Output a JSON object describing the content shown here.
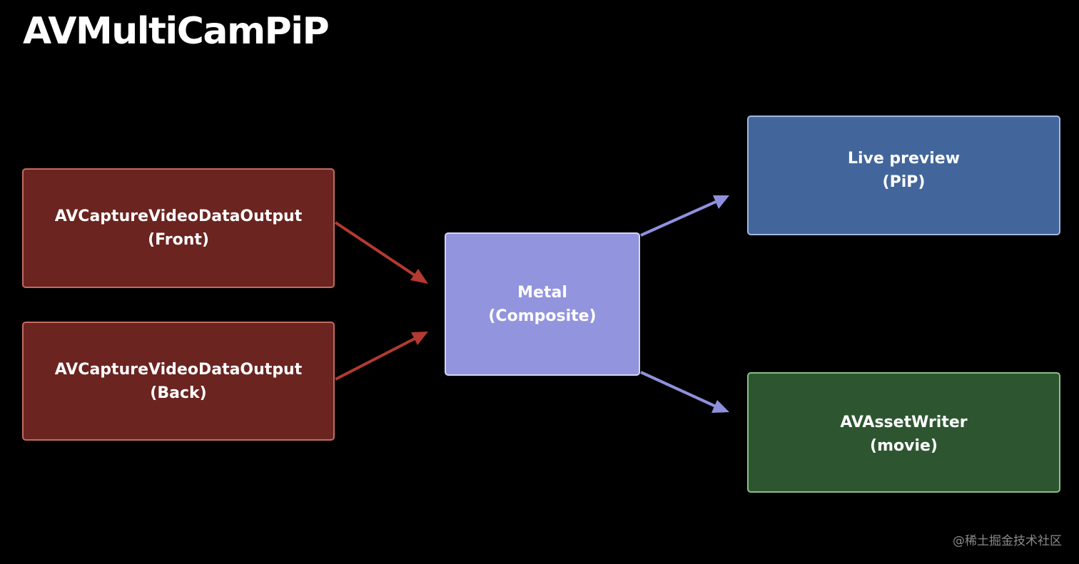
{
  "title": "AVMultiCamPiP",
  "colors": {
    "background": "#000000",
    "capture_fill": "#6b2420",
    "capture_border": "#c46a5e",
    "capture_arrow": "#b23a30",
    "metal_fill": "#9394de",
    "metal_border": "#d4d5f6",
    "output_arrow": "#8f90dd",
    "preview_fill": "#42669b",
    "preview_border": "#9fb9dd",
    "writer_fill": "#2d5630",
    "writer_border": "#87c088"
  },
  "nodes": {
    "front_capture": {
      "line1": "AVCaptureVideoDataOutput",
      "line2": "(Front)"
    },
    "back_capture": {
      "line1": "AVCaptureVideoDataOutput",
      "line2": "(Back)"
    },
    "metal": {
      "line1": "Metal",
      "line2": "(Composite)"
    },
    "live_preview": {
      "line1": "Live preview",
      "line2": "(PiP)"
    },
    "asset_writer": {
      "line1": "AVAssetWriter",
      "line2": "(movie)"
    }
  },
  "edges": [
    {
      "from": "front_capture",
      "to": "metal"
    },
    {
      "from": "back_capture",
      "to": "metal"
    },
    {
      "from": "metal",
      "to": "live_preview"
    },
    {
      "from": "metal",
      "to": "asset_writer"
    }
  ],
  "watermark": "@稀土掘金技术社区"
}
